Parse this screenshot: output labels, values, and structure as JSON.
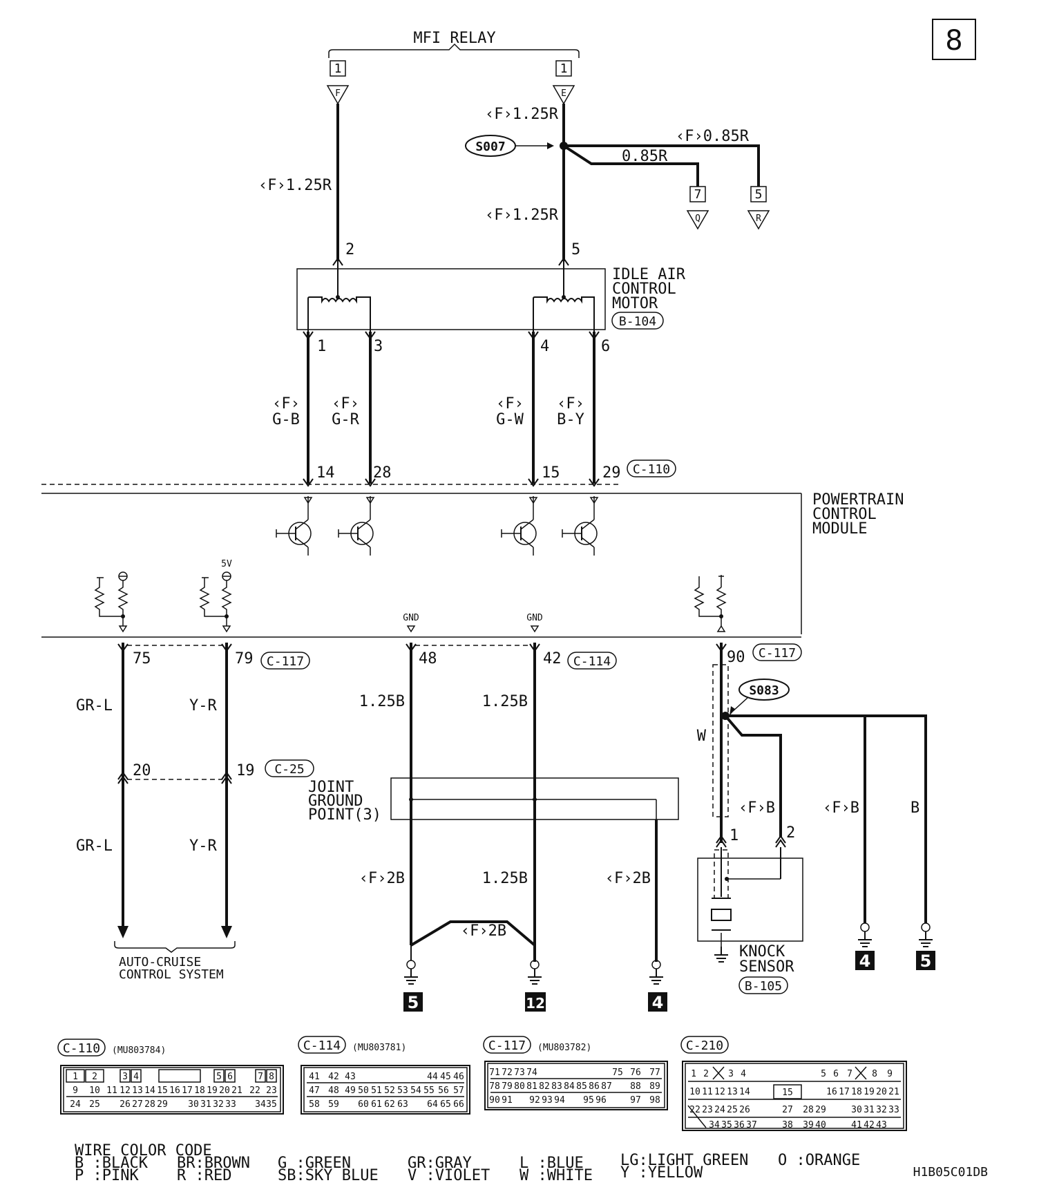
{
  "page_number": "8",
  "drawing_code": "H1B05C01DB",
  "mfi_relay": {
    "title": "MFI RELAY",
    "left_box": "1",
    "left_tri": "F",
    "right_box": "1",
    "right_tri": "E",
    "left_wire": "‹F›1.25R",
    "right_wire_top": "‹F›1.25R",
    "right_wire_bottom": "‹F›1.25R",
    "left_pin": "2",
    "right_pin": "5"
  },
  "s007": {
    "label": "S007",
    "branch_a_wire": "0.85R",
    "branch_b_wire": "‹F›0.85R",
    "branch_a_box": "7",
    "branch_a_tri": "Q",
    "branch_b_box": "5",
    "branch_b_tri": "R"
  },
  "iac_motor": {
    "line1": "IDLE AIR",
    "line2": "CONTROL",
    "line3": "MOTOR",
    "connector": "B-104",
    "pins": [
      "1",
      "3",
      "4",
      "6"
    ],
    "wire_tags": [
      "‹F›",
      "‹F›",
      "‹F›",
      "‹F›"
    ],
    "wire_colors": [
      "G-B",
      "G-R",
      "G-W",
      "B-Y"
    ],
    "pcm_pins": [
      "14",
      "28",
      "15",
      "29"
    ],
    "pcm_connector": "C-110"
  },
  "pcm": {
    "line1": "POWERTRAIN",
    "line2": "CONTROL",
    "line3": "MODULE",
    "supply": "5V",
    "gnd_a": "GND",
    "gnd_b": "GND"
  },
  "auto_cruise": {
    "pin_75": "75",
    "pin_79": "79",
    "connector_top": "C-117",
    "wire_left_top": "GR-L",
    "wire_right_top": "Y-R",
    "pin_20": "20",
    "pin_19": "19",
    "connector_mid": "C-25",
    "wire_left_bottom": "GR-L",
    "wire_right_bottom": "Y-R",
    "line1": "AUTO-CRUISE",
    "line2": "CONTROL SYSTEM"
  },
  "ground": {
    "pin_48": "48",
    "pin_42": "42",
    "connector": "C-114",
    "wire_48": "1.25B",
    "wire_42": "1.25B",
    "jgp_line1": "JOINT",
    "jgp_line2": "GROUND",
    "jgp_line3": "POINT(3)",
    "wire_left_low": "‹F›2B",
    "wire_mid_low": "1.25B",
    "wire_right_low": "‹F›2B",
    "wire_bridge": "‹F›2B",
    "ground_ids": [
      "5",
      "12",
      "4"
    ]
  },
  "knock": {
    "pin_90": "90",
    "connector_top": "C-117",
    "splice": "S083",
    "shield_wire": "W",
    "wire_2": "‹F›B",
    "wire_b1": "‹F›B",
    "wire_b2": "B",
    "pin_1": "1",
    "pin_2": "2",
    "line1": "KNOCK",
    "line2": "SENSOR",
    "connector": "B-105",
    "ground_ids": [
      "4",
      "5"
    ]
  },
  "connectors": [
    {
      "id": "C-110",
      "part": "(MU803784)",
      "rows": [
        [
          "1",
          "2",
          "",
          "3",
          "4",
          "",
          "",
          "",
          "",
          "",
          "5",
          "6",
          "",
          "7",
          "8"
        ],
        [
          "9",
          "10",
          "11",
          "12",
          "13",
          "14",
          "15",
          "16",
          "17",
          "18",
          "19",
          "20",
          "21",
          "22",
          "23"
        ],
        [
          "24",
          "25",
          "",
          "26",
          "27",
          "28",
          "29",
          "",
          "30",
          "31",
          "32",
          "33",
          "",
          "34",
          "35"
        ]
      ]
    },
    {
      "id": "C-114",
      "part": "(MU803781)",
      "rows": [
        [
          "41",
          "42",
          "43",
          "",
          "",
          "",
          "",
          "44",
          "45",
          "46"
        ],
        [
          "47",
          "48",
          "49",
          "50",
          "51",
          "52",
          "53",
          "54",
          "55",
          "56",
          "57"
        ],
        [
          "58",
          "59",
          "",
          "60",
          "61",
          "62",
          "63",
          "",
          "64",
          "65",
          "66"
        ]
      ]
    },
    {
      "id": "C-117",
      "part": "(MU803782)",
      "rows": [
        [
          "71",
          "72",
          "73",
          "74",
          "",
          "",
          "",
          "75",
          "76",
          "77"
        ],
        [
          "78",
          "79",
          "80",
          "81",
          "82",
          "83",
          "84",
          "85",
          "86",
          "87",
          "88",
          "89"
        ],
        [
          "90",
          "91",
          "",
          "92",
          "93",
          "94",
          "",
          "95",
          "96",
          "",
          "97",
          "98"
        ]
      ]
    },
    {
      "id": "C-210",
      "part": "",
      "rows": [
        [
          "1",
          "2",
          "3",
          "4",
          "5",
          "6",
          "7",
          "8",
          "9"
        ],
        [
          "10",
          "11",
          "12",
          "13",
          "14",
          "15",
          "16",
          "17",
          "18",
          "19",
          "20",
          "21"
        ],
        [
          "22",
          "23",
          "24",
          "25",
          "26",
          "27",
          "28",
          "29",
          "30",
          "31",
          "32",
          "33"
        ],
        [
          "34",
          "35",
          "36",
          "37",
          "38",
          "39",
          "40",
          "41",
          "42",
          "43"
        ]
      ]
    }
  ],
  "color_code": {
    "title": "WIRE COLOR CODE",
    "row1": [
      "B :BLACK",
      "BR:BROWN",
      "G :GREEN",
      "GR:GRAY",
      "L :BLUE",
      "LG:LIGHT GREEN",
      "O :ORANGE"
    ],
    "row2": [
      "P :PINK",
      "R :RED",
      "SB:SKY BLUE",
      "V :VIOLET",
      "W :WHITE",
      "Y :YELLOW"
    ]
  }
}
